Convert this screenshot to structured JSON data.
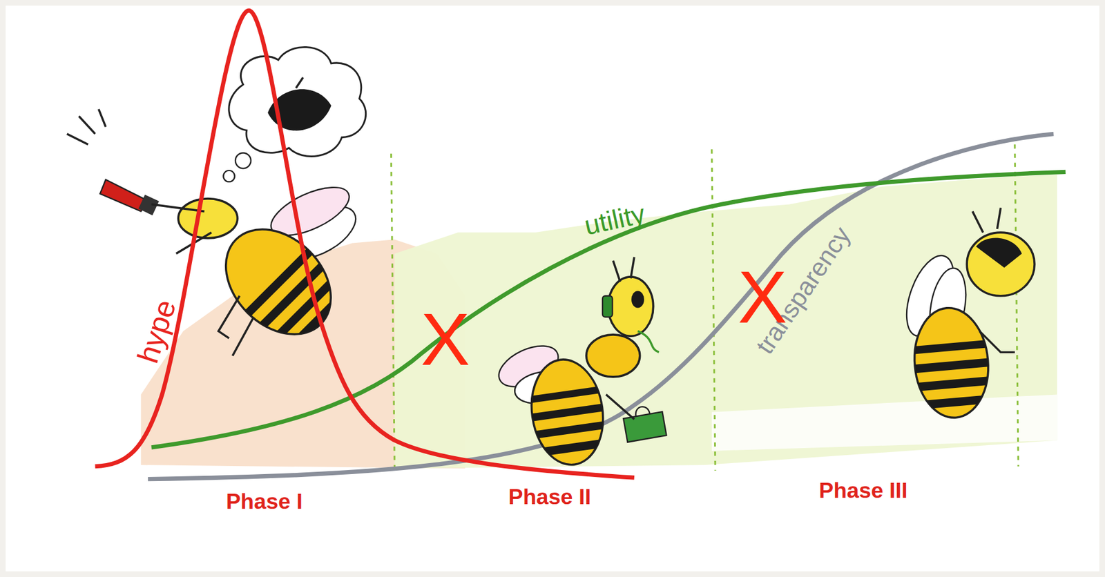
{
  "diagram": {
    "labels": [
      "hype",
      "utility",
      "transparency",
      "Phase I",
      "Phase II",
      "Phase III",
      "X",
      "X"
    ]
  }
}
